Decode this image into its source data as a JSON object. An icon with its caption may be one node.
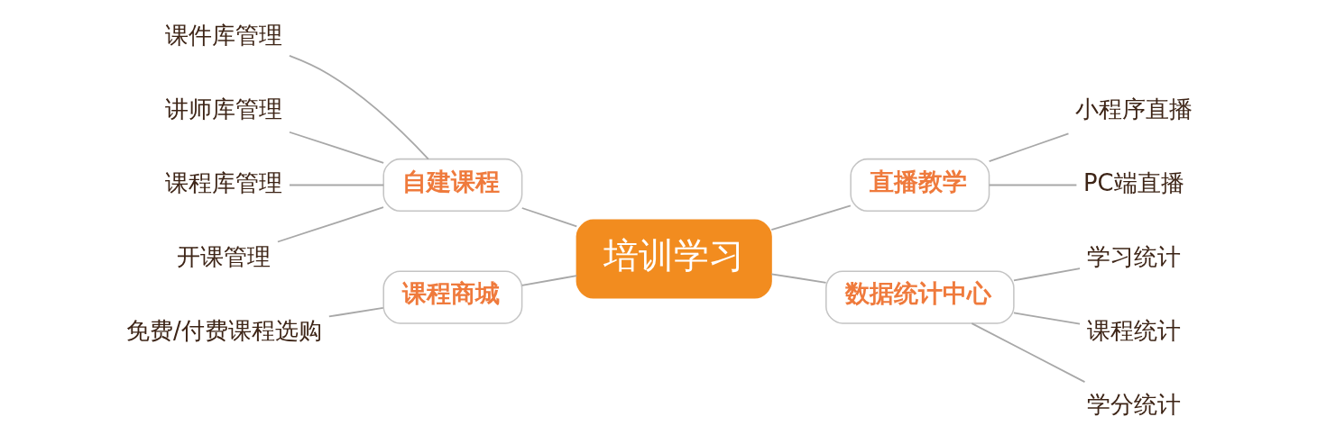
{
  "diagram": {
    "nodes": [
      {
        "text": [
          "培训学习"
        ]
      },
      {
        "text": [
          "自建课程"
        ]
      },
      {
        "text": [
          "课件库管理"
        ]
      },
      {
        "text": [
          "讲师库管理"
        ]
      },
      {
        "text": [
          "课程库管理"
        ]
      },
      {
        "text": [
          "开课管理"
        ]
      },
      {
        "text": [
          "课程商城"
        ]
      },
      {
        "text": [
          "免费/付费课程选购"
        ]
      },
      {
        "text": [
          "直播教学"
        ]
      },
      {
        "text": [
          "小程序直播"
        ]
      },
      {
        "text": [
          "PC端直播"
        ]
      },
      {
        "text": [
          "数据统计中心"
        ]
      },
      {
        "text": [
          "学习统计"
        ]
      },
      {
        "text": [
          "课程统计"
        ]
      },
      {
        "text": [
          "学分统计"
        ]
      }
    ],
    "edges": [
      {
        "from": 2,
        "to": 1,
        "arrow": "none"
      },
      {
        "from": 3,
        "to": 1,
        "arrow": "none"
      },
      {
        "from": 4,
        "to": 1,
        "arrow": "none"
      },
      {
        "from": 5,
        "to": 1,
        "arrow": "none"
      },
      {
        "from": 1,
        "to": 0,
        "arrow": "none"
      },
      {
        "from": 7,
        "to": 6,
        "arrow": "none"
      },
      {
        "from": 6,
        "to": 0,
        "arrow": "none"
      },
      {
        "from": 0,
        "to": 8,
        "arrow": "none"
      },
      {
        "from": 8,
        "to": 9,
        "arrow": "none"
      },
      {
        "from": 8,
        "to": 10,
        "arrow": "none"
      },
      {
        "from": 0,
        "to": 11,
        "arrow": "none"
      },
      {
        "from": 11,
        "to": 12,
        "arrow": "none"
      },
      {
        "from": 11,
        "to": 13,
        "arrow": "none"
      },
      {
        "from": 11,
        "to": 14,
        "arrow": "none"
      }
    ]
  }
}
